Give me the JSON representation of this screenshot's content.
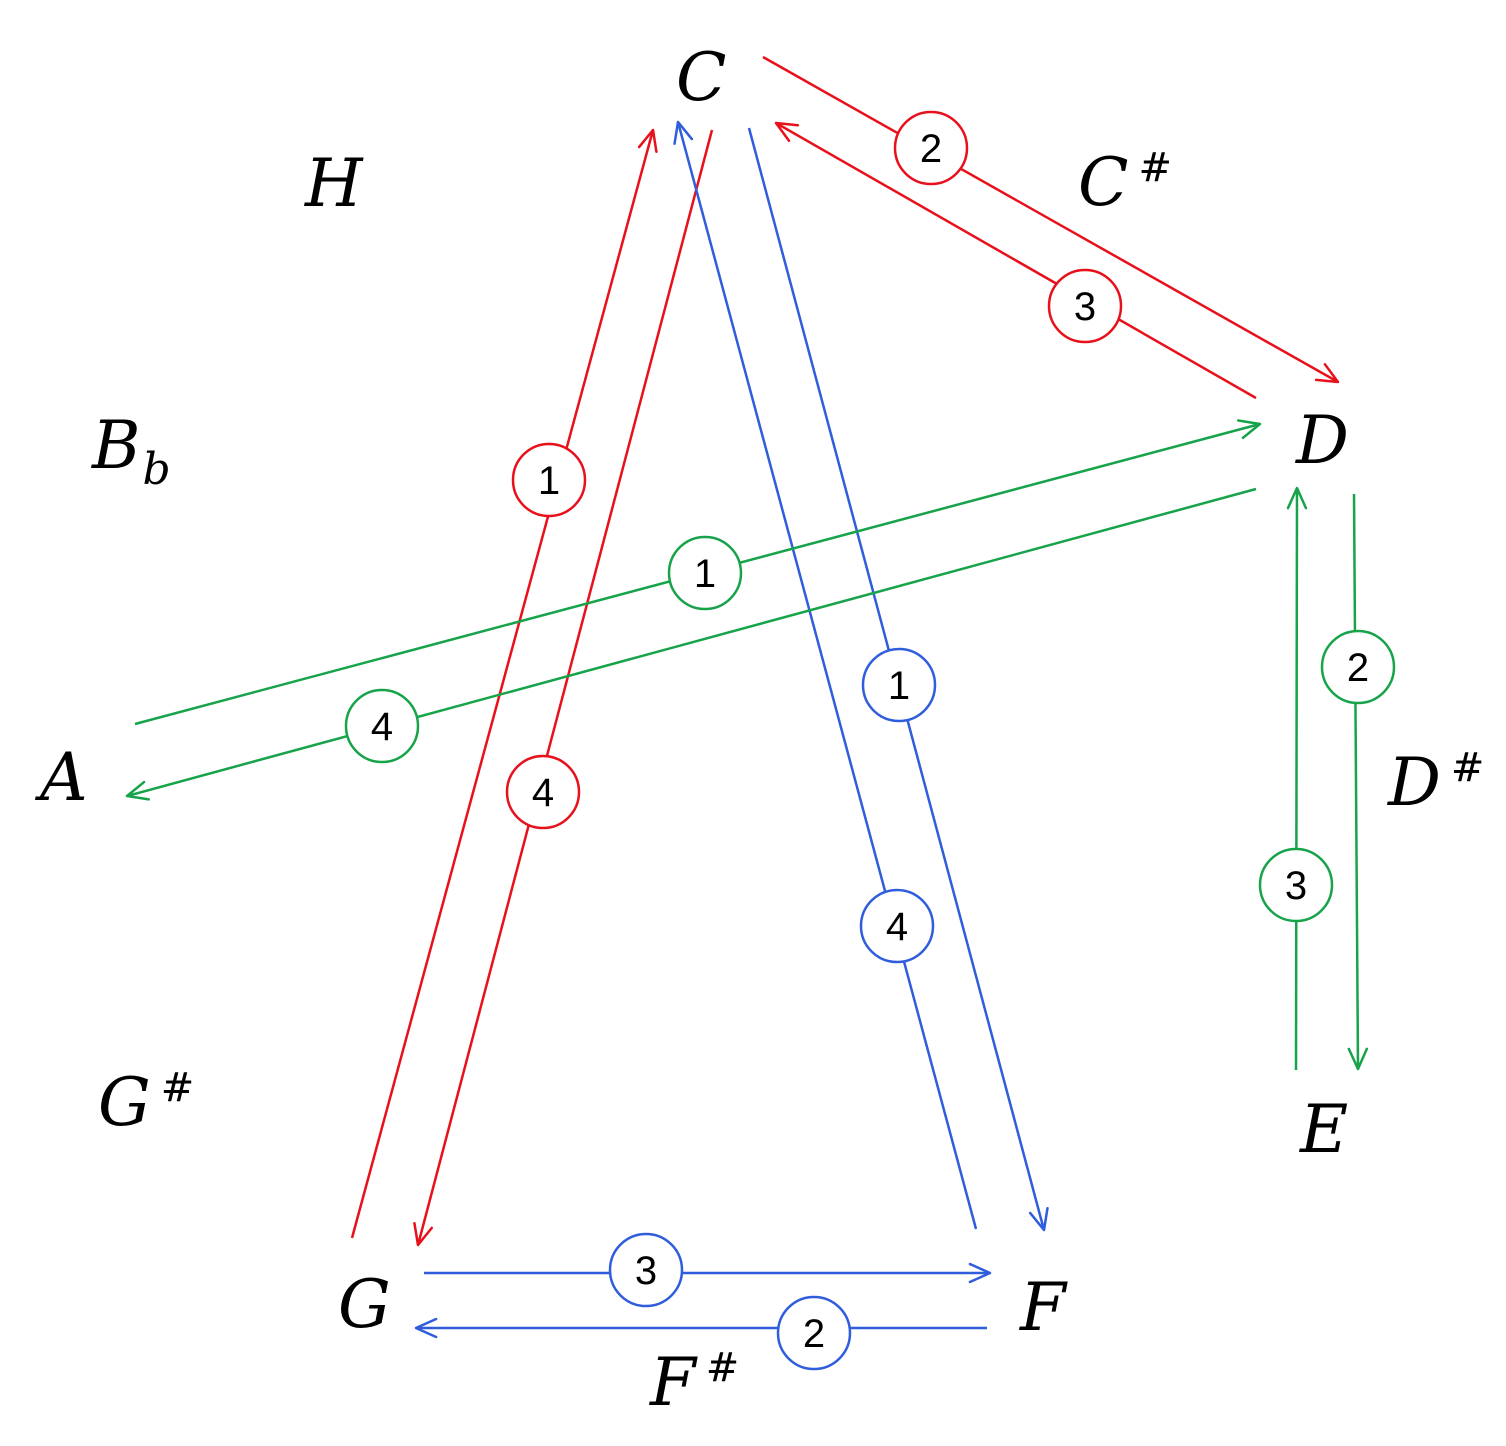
{
  "colors": {
    "red": "#e8101a",
    "blue": "#2f5ddb",
    "green": "#16a34a"
  },
  "notes": [
    {
      "id": "C",
      "base": "C",
      "mod": ""
    },
    {
      "id": "Cs",
      "base": "C",
      "mod": "#"
    },
    {
      "id": "D",
      "base": "D",
      "mod": ""
    },
    {
      "id": "Ds",
      "base": "D",
      "mod": "#"
    },
    {
      "id": "E",
      "base": "E",
      "mod": ""
    },
    {
      "id": "F",
      "base": "F",
      "mod": ""
    },
    {
      "id": "Fs",
      "base": "F",
      "mod": "#"
    },
    {
      "id": "G",
      "base": "G",
      "mod": ""
    },
    {
      "id": "Gs",
      "base": "G",
      "mod": "#"
    },
    {
      "id": "A",
      "base": "A",
      "mod": ""
    },
    {
      "id": "Bb",
      "base": "B",
      "mod": "b"
    },
    {
      "id": "H",
      "base": "H",
      "mod": ""
    }
  ],
  "edges": [
    {
      "id": "red-1",
      "color": "red",
      "from": "G",
      "to": "C",
      "step": "1"
    },
    {
      "id": "red-2",
      "color": "red",
      "from": "C",
      "to": "D",
      "step": "2"
    },
    {
      "id": "red-3",
      "color": "red",
      "from": "D",
      "to": "C",
      "step": "3"
    },
    {
      "id": "red-4",
      "color": "red",
      "from": "C",
      "to": "G",
      "step": "4"
    },
    {
      "id": "blue-1",
      "color": "blue",
      "from": "C",
      "to": "F",
      "step": "1"
    },
    {
      "id": "blue-2",
      "color": "blue",
      "from": "F",
      "to": "G",
      "step": "2"
    },
    {
      "id": "blue-3",
      "color": "blue",
      "from": "G",
      "to": "F",
      "step": "3"
    },
    {
      "id": "blue-4",
      "color": "blue",
      "from": "F",
      "to": "C",
      "step": "4"
    },
    {
      "id": "green-1",
      "color": "green",
      "from": "A",
      "to": "D",
      "step": "1"
    },
    {
      "id": "green-2",
      "color": "green",
      "from": "D",
      "to": "E",
      "step": "2"
    },
    {
      "id": "green-3",
      "color": "green",
      "from": "E",
      "to": "D",
      "step": "3"
    },
    {
      "id": "green-4",
      "color": "green",
      "from": "D",
      "to": "A",
      "step": "4"
    }
  ]
}
